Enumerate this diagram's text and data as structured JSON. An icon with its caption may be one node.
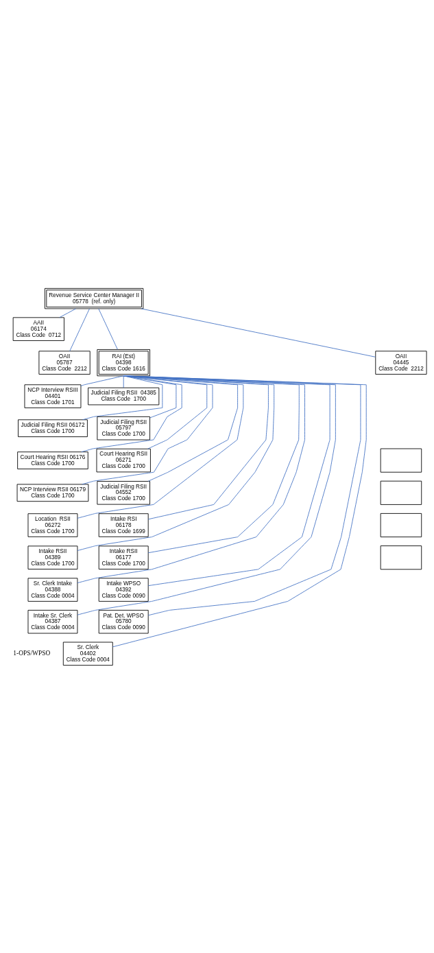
{
  "diagram": {
    "nodes": [
      {
        "text": [
          "Revenue Service Center Manager II",
          "05778  (ref. only)"
        ]
      },
      {
        "text": [
          "AAII",
          "06174",
          "Class Code  0712"
        ]
      },
      {
        "text": [
          "OAII",
          "05787",
          "Class Code  2212"
        ]
      },
      {
        "text": [
          "RAI (Est)",
          "04398",
          "Class Code 1616"
        ]
      },
      {
        "text": [
          "OAII",
          "04445",
          "Class Code  2212"
        ]
      },
      {
        "text": [
          "NCP Interview RSIII",
          "04401",
          "Class Code 1701"
        ]
      },
      {
        "text": [
          "Judicial Filing RSII  04385",
          "Class Code  1700"
        ]
      },
      {
        "text": [
          "Judicial Filing RSII 06172",
          "Class Code 1700"
        ]
      },
      {
        "text": [
          "Judicial Filing RSII",
          "05797",
          "Class Code 1700"
        ]
      },
      {
        "text": [
          "Court Hearing RSII 06176",
          "Class Code 1700"
        ]
      },
      {
        "text": [
          "Court Hearing RSII",
          "06271",
          "Class Code 1700"
        ]
      },
      {
        "text": [
          "NCP Interview RSII 06179",
          "Class Code 1700"
        ]
      },
      {
        "text": [
          "Judicial Filing RSII",
          "04552",
          "Class Code 1700"
        ]
      },
      {
        "text": [
          "Location  RSII",
          "06272",
          "Class Code 1700"
        ]
      },
      {
        "text": [
          "Intake RSI",
          "06178",
          "Class Code 1699"
        ]
      },
      {
        "text": [
          "Intake RSII",
          "04389",
          "Class Code 1700"
        ]
      },
      {
        "text": [
          "Intake RSII",
          "06177",
          "Class Code 1700"
        ]
      },
      {
        "text": [
          "Sr. Clerk Intake",
          "04388",
          "Class Code 0004"
        ]
      },
      {
        "text": [
          "Intake WPSO",
          "04392",
          "Class Code 0090"
        ]
      },
      {
        "text": [
          "Intake Sr. Clerk",
          "04387",
          "Class Code 0004"
        ]
      },
      {
        "text": [
          "Pat. Det. WPSO",
          "05780",
          "Class Code 0090"
        ]
      },
      {
        "text": [
          "Sr. Clerk",
          "04402",
          "Class Code 0004"
        ]
      },
      {
        "text": [],
        "shape": "box"
      },
      {
        "text": [],
        "shape": "box"
      },
      {
        "text": [],
        "shape": "box"
      },
      {
        "text": [],
        "shape": "box"
      }
    ],
    "edges": [
      {
        "from": 0,
        "to": 1,
        "arrow": "none"
      },
      {
        "from": 0,
        "to": 2,
        "arrow": "none"
      },
      {
        "from": 0,
        "to": 3,
        "arrow": "none"
      },
      {
        "from": 0,
        "to": 4,
        "arrow": "none"
      },
      {
        "from": 3,
        "to": 5,
        "arrow": "none"
      },
      {
        "from": 3,
        "to": 6,
        "arrow": "none"
      },
      {
        "from": 3,
        "to": 7,
        "arrow": "none"
      },
      {
        "from": 3,
        "to": 8,
        "arrow": "none"
      },
      {
        "from": 3,
        "to": 9,
        "arrow": "none"
      },
      {
        "from": 3,
        "to": 10,
        "arrow": "none"
      },
      {
        "from": 3,
        "to": 11,
        "arrow": "none"
      },
      {
        "from": 3,
        "to": 12,
        "arrow": "none"
      },
      {
        "from": 3,
        "to": 13,
        "arrow": "none"
      },
      {
        "from": 3,
        "to": 14,
        "arrow": "none"
      },
      {
        "from": 3,
        "to": 15,
        "arrow": "none"
      },
      {
        "from": 3,
        "to": 16,
        "arrow": "none"
      },
      {
        "from": 3,
        "to": 17,
        "arrow": "none"
      },
      {
        "from": 3,
        "to": 18,
        "arrow": "none"
      },
      {
        "from": 3,
        "to": 19,
        "arrow": "none"
      },
      {
        "from": 3,
        "to": 20,
        "arrow": "none"
      },
      {
        "from": 3,
        "to": 21,
        "arrow": "none"
      }
    ],
    "labels": [
      "1-OPS/WPSO"
    ]
  }
}
